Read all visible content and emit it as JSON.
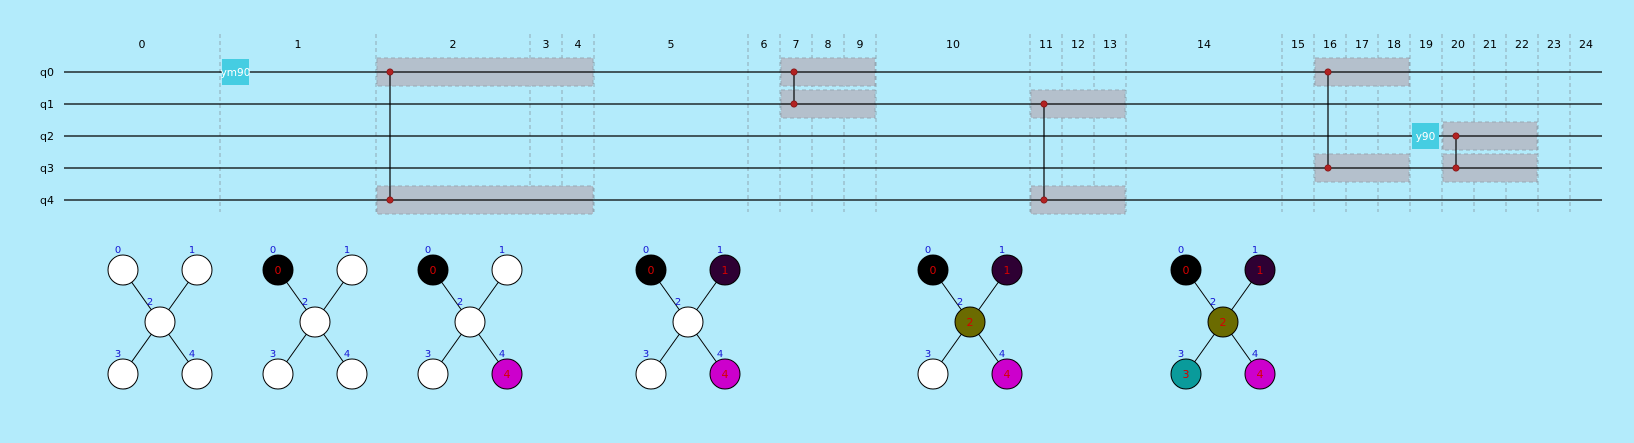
{
  "colors": {
    "background": "#b3ebfb",
    "wire": "#000000",
    "block_fill": "#b4c0cc",
    "block_stroke": "#98a8b4",
    "dot": "#b22222",
    "single_gate": "#45cde2",
    "node_default": "#ffffff",
    "node_label": "#1515d4",
    "node_inner_label": "#d40000"
  },
  "columns": [
    "0",
    "1",
    "2",
    "3",
    "4",
    "5",
    "6",
    "7",
    "8",
    "9",
    "10",
    "11",
    "12",
    "13",
    "14",
    "15",
    "16",
    "17",
    "18",
    "19",
    "20",
    "21",
    "22",
    "23",
    "24"
  ],
  "qubits": [
    "q0",
    "q1",
    "q2",
    "q3",
    "q4"
  ],
  "single_gates": [
    {
      "label": "ym90",
      "qubit": 0,
      "column": 1
    },
    {
      "label": "y90",
      "qubit": 2,
      "column": 19
    }
  ],
  "two_qubit_gates": [
    {
      "qubits": [
        0,
        4
      ],
      "columns": [
        2,
        4
      ]
    },
    {
      "qubits": [
        0,
        1
      ],
      "columns": [
        7,
        9
      ]
    },
    {
      "qubits": [
        1,
        4
      ],
      "columns": [
        11,
        13
      ]
    },
    {
      "qubits": [
        0,
        3
      ],
      "columns": [
        16,
        18
      ]
    },
    {
      "qubits": [
        2,
        3
      ],
      "columns": [
        20,
        22
      ]
    }
  ],
  "topology": {
    "node_ids": [
      "0",
      "1",
      "2",
      "3",
      "4"
    ],
    "edges": [
      [
        0,
        2
      ],
      [
        1,
        2
      ],
      [
        3,
        2
      ],
      [
        4,
        2
      ]
    ],
    "snapshots": [
      {
        "fills": [
          "#ffffff",
          "#ffffff",
          "#ffffff",
          "#ffffff",
          "#ffffff"
        ],
        "inner": [
          "",
          "",
          "",
          "",
          ""
        ]
      },
      {
        "fills": [
          "#000000",
          "#ffffff",
          "#ffffff",
          "#ffffff",
          "#ffffff"
        ],
        "inner": [
          "0",
          "",
          "",
          "",
          ""
        ]
      },
      {
        "fills": [
          "#000000",
          "#ffffff",
          "#ffffff",
          "#ffffff",
          "#cc00cc"
        ],
        "inner": [
          "0",
          "",
          "",
          "",
          "4"
        ]
      },
      {
        "fills": [
          "#000000",
          "#2e0033",
          "#ffffff",
          "#ffffff",
          "#cc00cc"
        ],
        "inner": [
          "0",
          "1",
          "",
          "",
          "4"
        ]
      },
      {
        "fills": [
          "#000000",
          "#2e0033",
          "#6b6b00",
          "#ffffff",
          "#cc00cc"
        ],
        "inner": [
          "0",
          "1",
          "2",
          "",
          "4"
        ]
      },
      {
        "fills": [
          "#000000",
          "#2e0033",
          "#6b6b00",
          "#0a9b9b",
          "#cc00cc"
        ],
        "inner": [
          "0",
          "1",
          "2",
          "3",
          "4"
        ]
      }
    ]
  }
}
